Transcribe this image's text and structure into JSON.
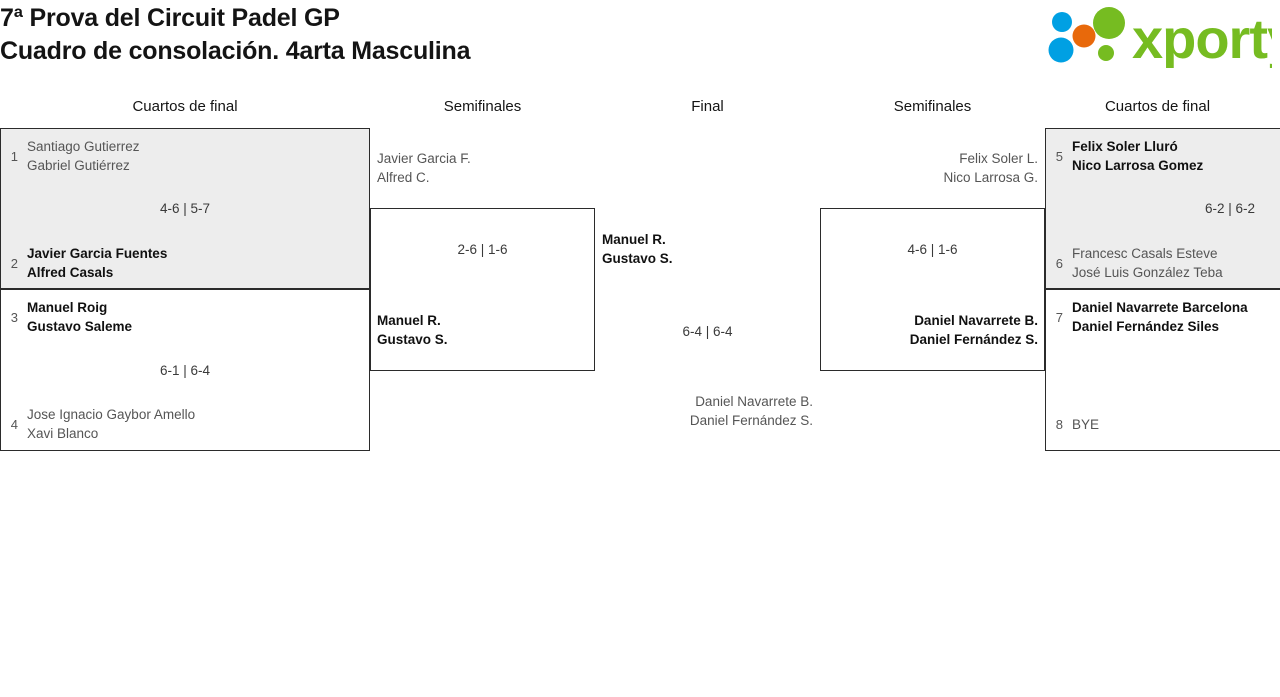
{
  "header": {
    "title_line1": "7ª Prova del Circuit Padel GP",
    "title_line2": "Cuadro de consolación. 4arta Masculina",
    "logo_text": "xporty",
    "logo_colors": {
      "green": "#76bc21",
      "orange": "#e8690b",
      "blue": "#00a0e3"
    }
  },
  "columns": [
    {
      "label": "Cuartos de final"
    },
    {
      "label": "Semifinales"
    },
    {
      "label": "Final"
    },
    {
      "label": "Semifinales"
    },
    {
      "label": "Cuartos de final"
    }
  ],
  "bracket": {
    "left": {
      "quarterfinals": [
        {
          "shaded": true,
          "top": {
            "seed": "1",
            "player1": "Santiago Gutierrez",
            "player2": "Gabriel Gutiérrez",
            "winner": false
          },
          "bottom": {
            "seed": "2",
            "player1": "Javier Garcia Fuentes",
            "player2": "Alfred Casals",
            "winner": true
          },
          "score": "4-6 | 5-7"
        },
        {
          "shaded": false,
          "top": {
            "seed": "3",
            "player1": "Manuel Roig",
            "player2": "Gustavo Saleme",
            "winner": true
          },
          "bottom": {
            "seed": "4",
            "player1": "Jose Ignacio Gaybor Amello",
            "player2": "Xavi Blanco",
            "winner": false
          },
          "score": "6-1 | 6-4"
        }
      ],
      "semifinal": {
        "top": {
          "player1": "Javier Garcia F.",
          "player2": "Alfred C.",
          "winner": false
        },
        "bottom": {
          "player1": "Manuel R.",
          "player2": "Gustavo S.",
          "winner": true
        },
        "score": "2-6 | 1-6"
      }
    },
    "final": {
      "top": {
        "player1": "Manuel R.",
        "player2": "Gustavo S.",
        "winner": true
      },
      "bottom": {
        "player1": "Daniel Navarrete B.",
        "player2": "Daniel Fernández S.",
        "winner": false
      },
      "score": "6-4 | 6-4"
    },
    "right": {
      "semifinal": {
        "top": {
          "player1": "Felix Soler L.",
          "player2": "Nico Larrosa G.",
          "winner": false
        },
        "bottom": {
          "player1": "Daniel Navarrete B.",
          "player2": "Daniel Fernández S.",
          "winner": true
        },
        "score": "4-6 | 1-6"
      },
      "quarterfinals": [
        {
          "shaded": true,
          "top": {
            "seed": "5",
            "player1": "Felix Soler Lluró",
            "player2": "Nico Larrosa Gomez",
            "winner": true
          },
          "bottom": {
            "seed": "6",
            "player1": "Francesc Casals Esteve",
            "player2": "José Luis González Teba",
            "winner": false
          },
          "score": "6-2 | 6-2"
        },
        {
          "shaded": false,
          "top": {
            "seed": "7",
            "player1": "Daniel Navarrete Barcelona",
            "player2": "Daniel Fernández Siles",
            "winner": true
          },
          "bottom": {
            "seed": "8",
            "player1": "BYE",
            "player2": "",
            "winner": false
          },
          "score": ""
        }
      ]
    }
  }
}
